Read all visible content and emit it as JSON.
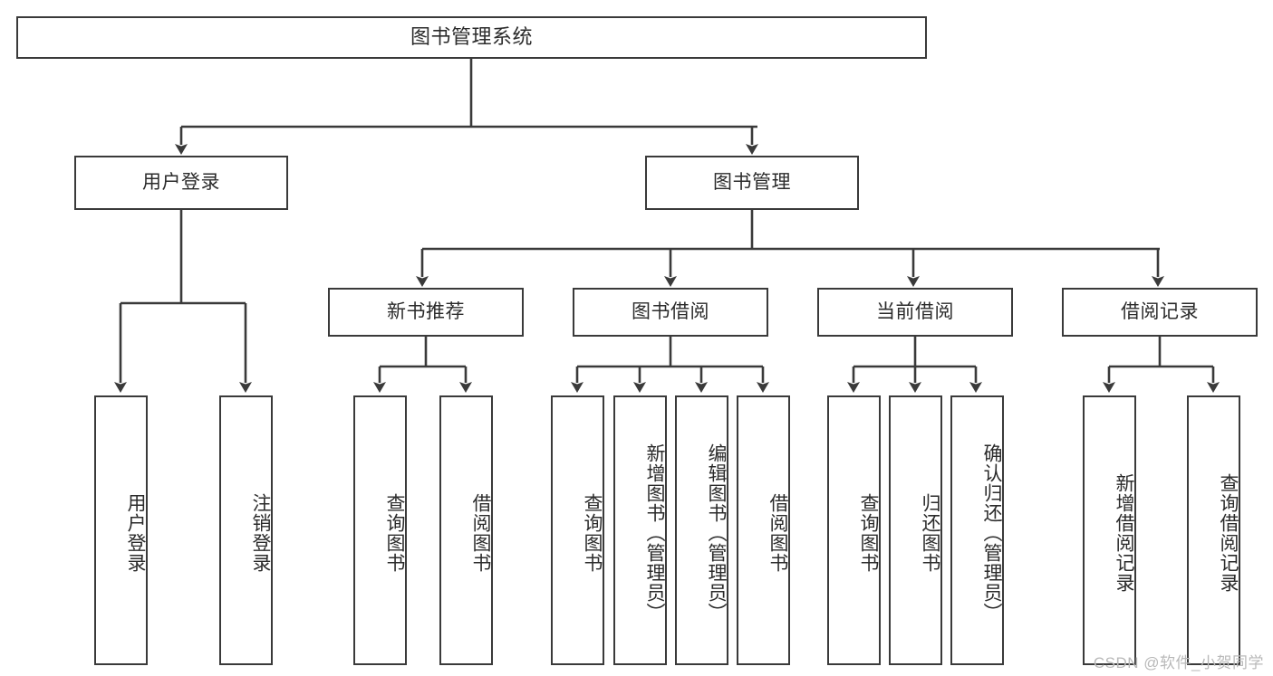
{
  "diagram": {
    "type": "tree-hierarchy-chart",
    "title_text": "图书管理系统",
    "root": {
      "id": "root",
      "label": "图书管理系统",
      "orientation": "horizontal"
    },
    "level1": [
      {
        "id": "user-login",
        "label": "用户登录",
        "orientation": "horizontal"
      },
      {
        "id": "book-manage",
        "label": "图书管理",
        "orientation": "horizontal"
      }
    ],
    "level2": [
      {
        "id": "new-book-recommend",
        "label": "新书推荐",
        "orientation": "horizontal"
      },
      {
        "id": "book-borrow",
        "label": "图书借阅",
        "orientation": "horizontal"
      },
      {
        "id": "current-borrow",
        "label": "当前借阅",
        "orientation": "horizontal"
      },
      {
        "id": "borrow-record",
        "label": "借阅记录",
        "orientation": "horizontal"
      }
    ],
    "leaves": [
      {
        "id": "leaf-user-login",
        "label": "用户登录",
        "parent": "user-login"
      },
      {
        "id": "leaf-logout",
        "label": "注销登录",
        "parent": "user-login"
      },
      {
        "id": "leaf-query-book-1",
        "label": "查询图书",
        "parent": "new-book-recommend"
      },
      {
        "id": "leaf-borrow-book-1",
        "label": "借阅图书",
        "parent": "new-book-recommend"
      },
      {
        "id": "leaf-query-book-2",
        "label": "查询图书",
        "parent": "book-borrow"
      },
      {
        "id": "leaf-add-book",
        "label": "新增图书（管理员）",
        "parent": "book-borrow"
      },
      {
        "id": "leaf-edit-book",
        "label": "编辑图书（管理员）",
        "parent": "book-borrow"
      },
      {
        "id": "leaf-borrow-book-2",
        "label": "借阅图书",
        "parent": "book-borrow"
      },
      {
        "id": "leaf-query-book-3",
        "label": "查询图书",
        "parent": "current-borrow"
      },
      {
        "id": "leaf-return-book",
        "label": "归还图书",
        "parent": "current-borrow"
      },
      {
        "id": "leaf-confirm-return",
        "label": "确认归还（管理员）",
        "parent": "current-borrow"
      },
      {
        "id": "leaf-add-record",
        "label": "新增借阅记录",
        "parent": "borrow-record"
      },
      {
        "id": "leaf-query-record",
        "label": "查询借阅记录",
        "parent": "borrow-record"
      }
    ],
    "colors": {
      "border": "#3a3a3a",
      "text": "#2b2b2b",
      "background": "#ffffff",
      "watermark": "#b9b9b9"
    }
  },
  "watermark": {
    "text": "CSDN @软件_小贺同学"
  }
}
